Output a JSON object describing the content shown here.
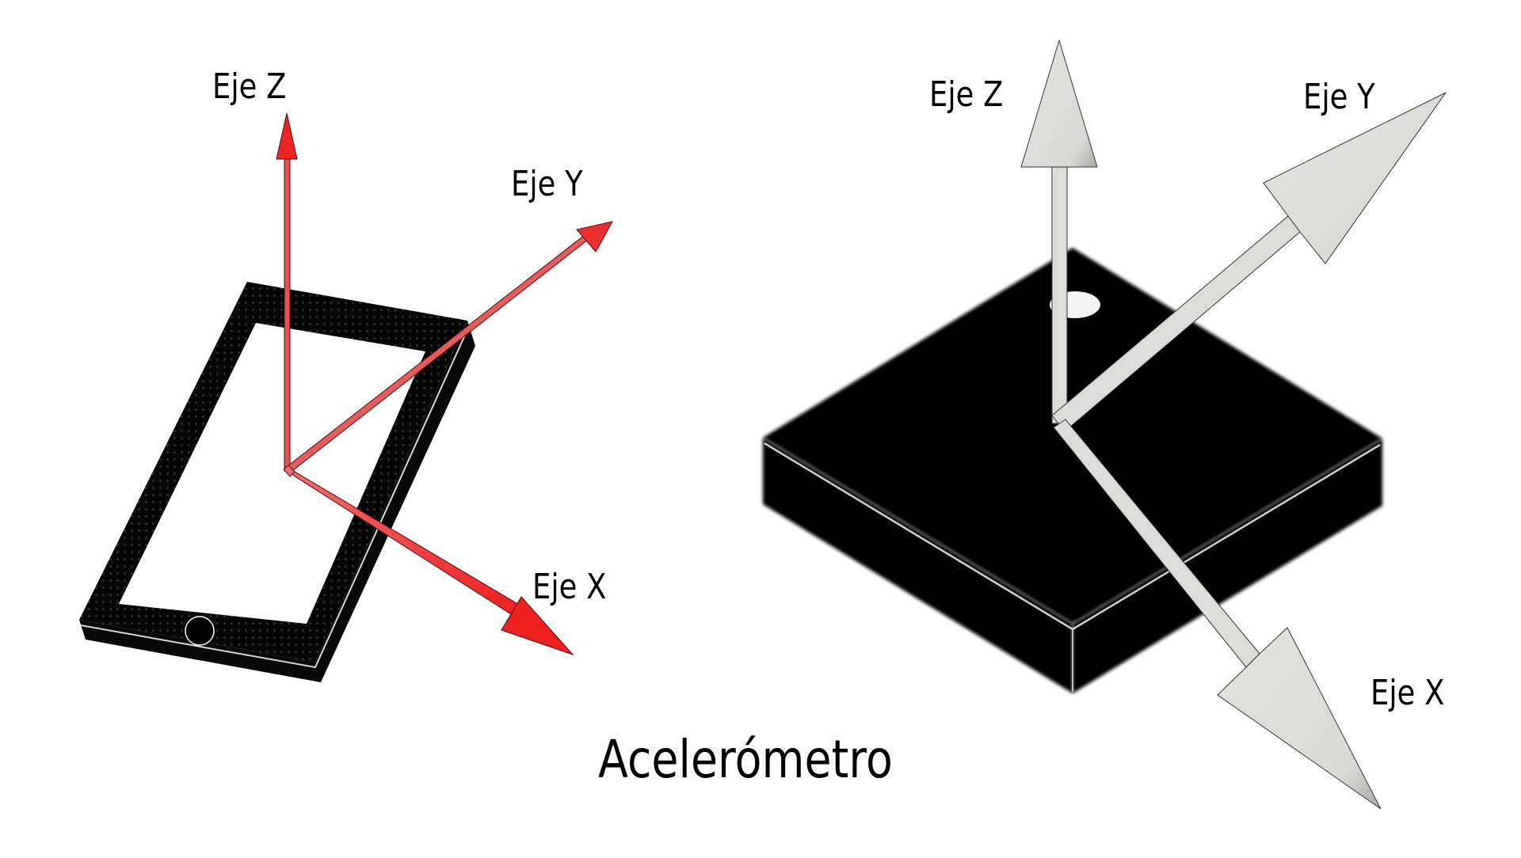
{
  "title": "Acelerómetro",
  "colors": {
    "phone_axes": "#e8272a",
    "phone_axes_light": "#e25a5a",
    "chip_axes": "#dcdcd8",
    "device_body": "#050505",
    "background": "#ffffff"
  },
  "left_figure": {
    "device": "smartphone",
    "axes": {
      "z": {
        "label": "Eje Z"
      },
      "y": {
        "label": "Eje Y"
      },
      "x": {
        "label": "Eje X"
      }
    }
  },
  "right_figure": {
    "device": "accelerometer chip",
    "axes": {
      "z": {
        "label": "Eje Z"
      },
      "y": {
        "label": "Eje Y"
      },
      "x": {
        "label": "Eje X"
      }
    }
  }
}
